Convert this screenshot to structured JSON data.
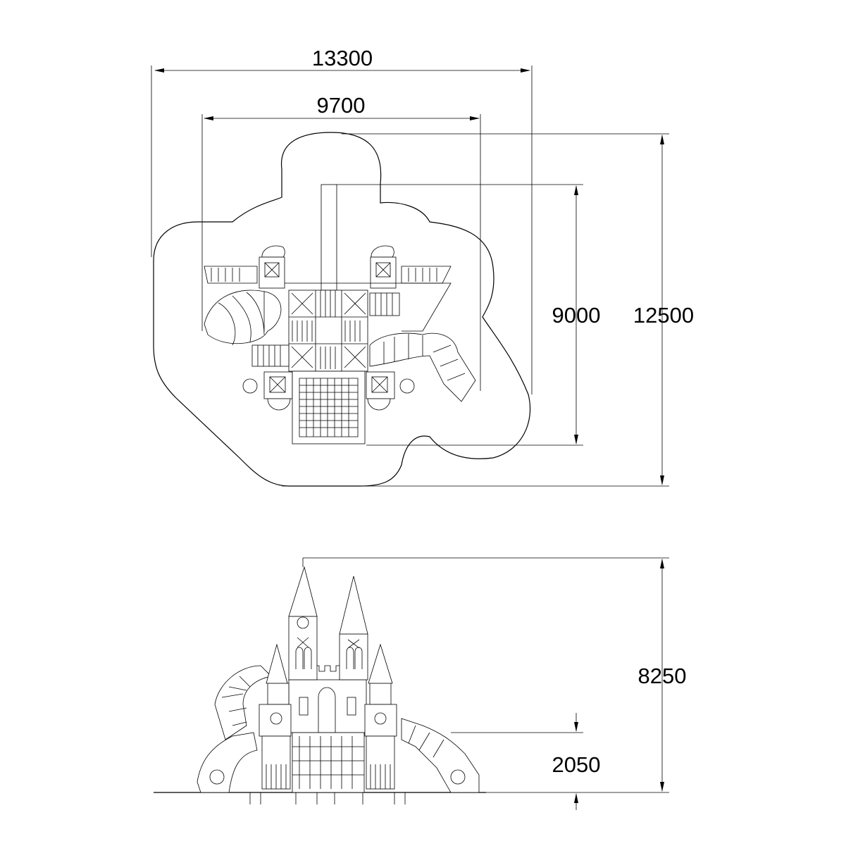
{
  "plan_view": {
    "dimensions": {
      "overall_width": "13300",
      "structure_width": "9700",
      "structure_depth": "9000",
      "overall_depth": "12500"
    }
  },
  "elevation_view": {
    "dimensions": {
      "overall_height": "8250",
      "platform_height": "2050"
    }
  },
  "colors": {
    "line": "#000000",
    "background": "#ffffff"
  }
}
